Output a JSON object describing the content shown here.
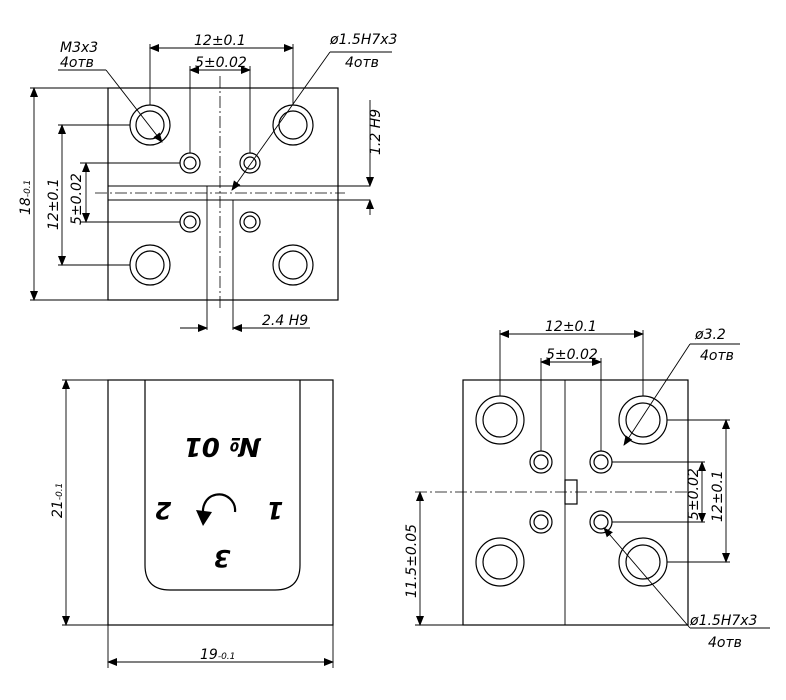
{
  "top_view": {
    "dim_width_holes": "12±0.1",
    "dim_width_pins": "5±0.02",
    "note_thread": "M3x3",
    "note_thread_qty": "4отв",
    "note_pin": "ø1.5H7x3",
    "note_pin_qty": "4отв",
    "dim_height": "18",
    "dim_height_tol": "-0.1",
    "dim_holes_v": "12±0.1",
    "dim_pins_v": "5±0.02",
    "dim_slot_w": "1.2 H9",
    "dim_slot_h": "2.4 H9"
  },
  "front_view": {
    "dim_height": "21",
    "dim_height_tol": "-0.1",
    "dim_width": "19",
    "dim_width_tol": "-0.1",
    "marking_number": "№ 01",
    "marking_1": "1",
    "marking_2": "2",
    "marking_3": "3"
  },
  "bottom_view": {
    "dim_width_holes": "12±0.1",
    "dim_width_pins": "5±0.02",
    "note_hole": "ø3.2",
    "note_hole_qty": "4отв",
    "dim_pins_v": "5±0.02",
    "dim_holes_v": "12±0.1",
    "dim_offset": "11.5±0.05",
    "note_pin": "ø1.5H7x3",
    "note_pin_qty": "4отв"
  }
}
